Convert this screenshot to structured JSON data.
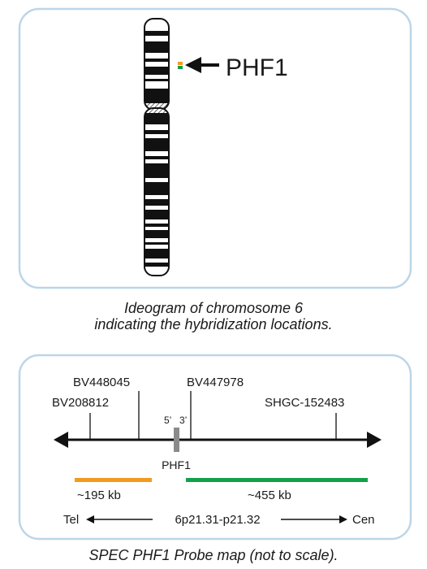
{
  "ideogram_panel": {
    "gene_label": "PHF1",
    "caption_line1": "Ideogram of chromosome 6",
    "caption_line2": "indicating the hybridization locations."
  },
  "probe_map": {
    "markers": {
      "bv448045": "BV448045",
      "bv447978": "BV447978",
      "bv208812": "BV208812",
      "shgc": "SHGC-152483"
    },
    "strand_5": "5’",
    "strand_3": "3’",
    "gene": "PHF1",
    "orange_size": "~195 kb",
    "green_size": "~455 kb",
    "tel": "Tel",
    "band": "6p21.31-p21.32",
    "cen": "Cen",
    "caption": "SPEC PHF1 Probe map (not to scale)."
  },
  "colors": {
    "panel_border": "#bcd6e8",
    "orange_probe": "#f39a1e",
    "green_probe": "#12a14a",
    "gene_marker": "#8a8a8a"
  }
}
